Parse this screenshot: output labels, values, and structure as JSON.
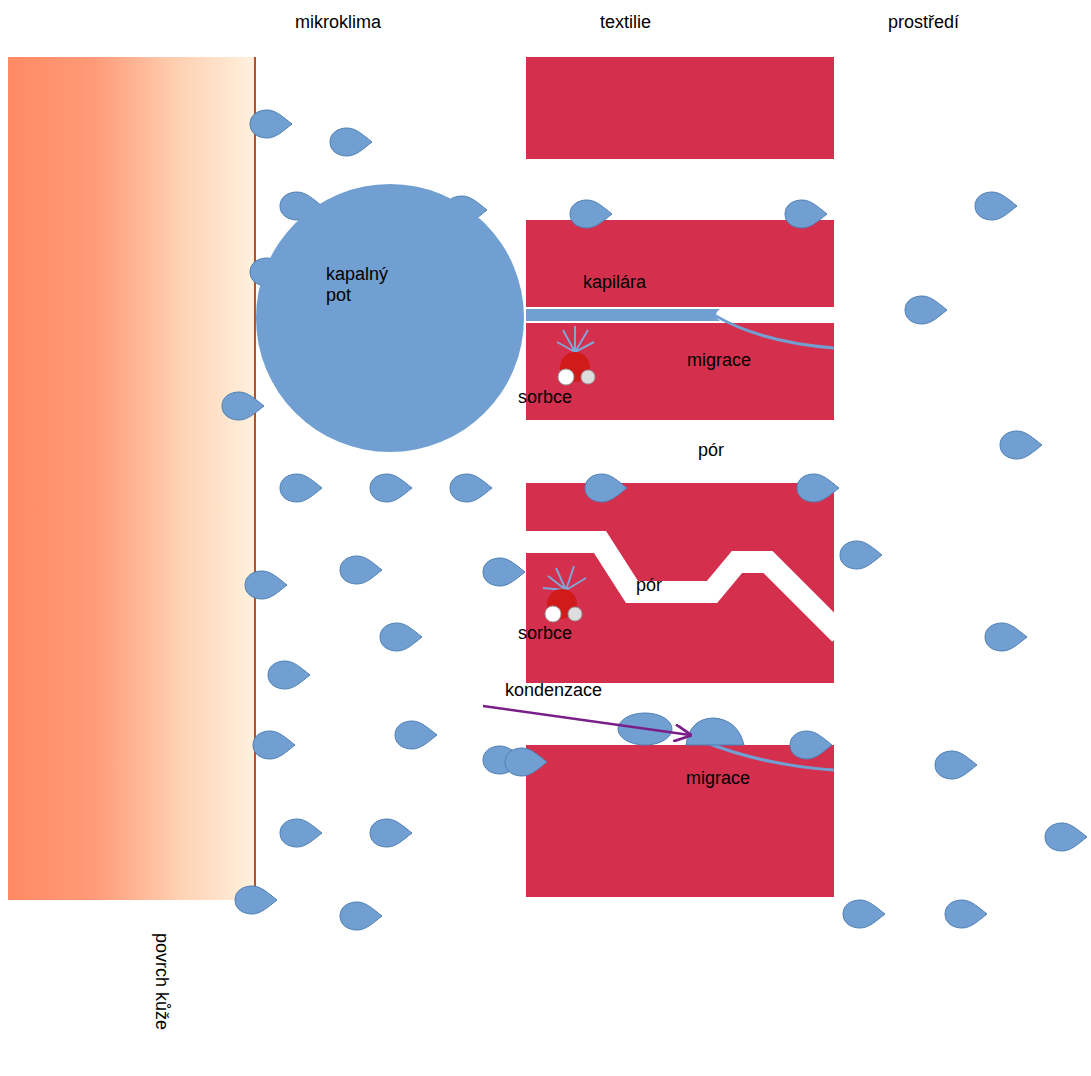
{
  "diagram": {
    "nodes": [
      {
        "text": [
          "kapalný pot"
        ]
      },
      {
        "text": [
          "kapilára"
        ]
      },
      {
        "text": [
          "migrace",
          "sorbce"
        ]
      },
      {
        "text": [
          "pór",
          "sorbce"
        ]
      },
      {
        "text": [
          "migrace"
        ]
      }
    ],
    "labels": [
      "mikroklima",
      "textilie",
      "prostředí",
      "pór",
      "kondenzace",
      "povrch kůže"
    ]
  }
}
